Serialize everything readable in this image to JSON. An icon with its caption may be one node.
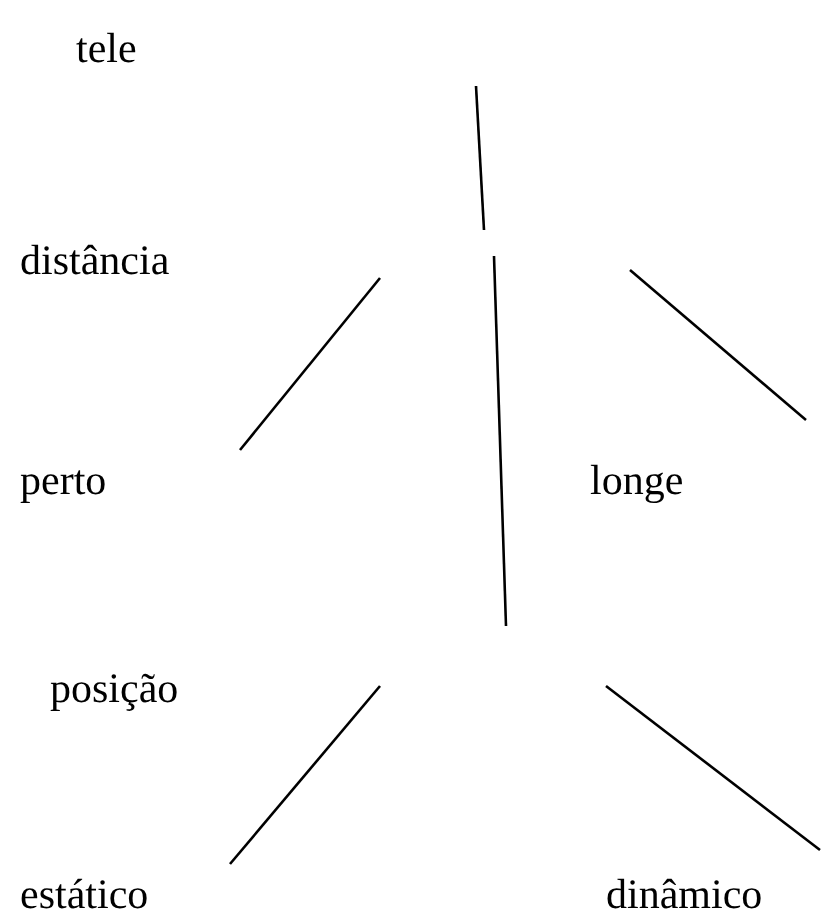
{
  "diagram": {
    "nodes": [
      {
        "text": [
          "tele"
        ]
      },
      {
        "text": [
          "distância"
        ]
      },
      {
        "text": [
          "perto"
        ]
      },
      {
        "text": [
          "longe"
        ]
      },
      {
        "text": [
          "posição"
        ]
      },
      {
        "text": [
          "estático"
        ]
      },
      {
        "text": [
          "dinâmico"
        ]
      }
    ]
  }
}
